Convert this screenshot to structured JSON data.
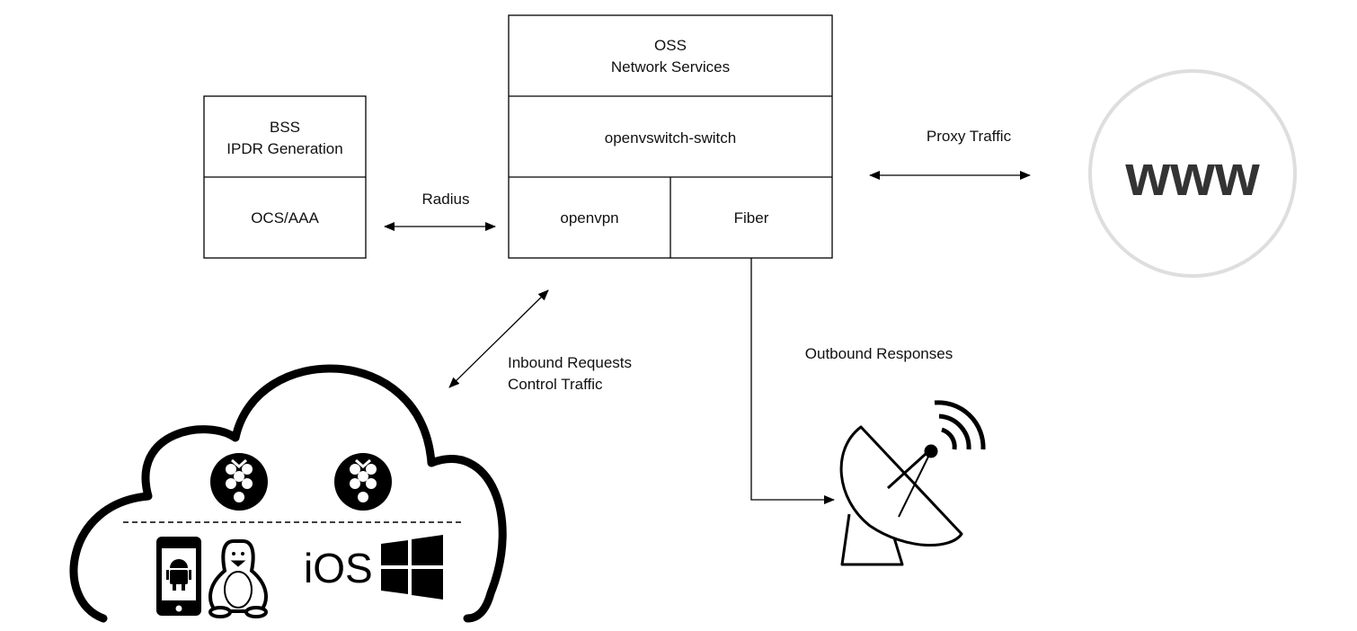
{
  "bss": {
    "title_line1": "BSS",
    "title_line2": "IPDR Generation",
    "ocs": "OCS/AAA"
  },
  "oss": {
    "title_line1": "OSS",
    "title_line2": "Network Services",
    "switch": "openvswitch-switch",
    "openvpn": "openvpn",
    "fiber": "Fiber"
  },
  "links": {
    "radius": "Radius",
    "proxy": "Proxy Traffic",
    "inbound_line1": "Inbound Requests",
    "inbound_line2": "Control Traffic",
    "outbound": "Outbound Responses"
  },
  "www": {
    "label": "www"
  },
  "cloud": {
    "ios": "iOS",
    "icons": [
      "raspberry-pi-icon",
      "raspberry-pi-icon",
      "android-phone-icon",
      "linux-tux-icon",
      "ios-icon",
      "windows-icon"
    ]
  },
  "dish": {
    "icon": "satellite-dish-icon"
  }
}
